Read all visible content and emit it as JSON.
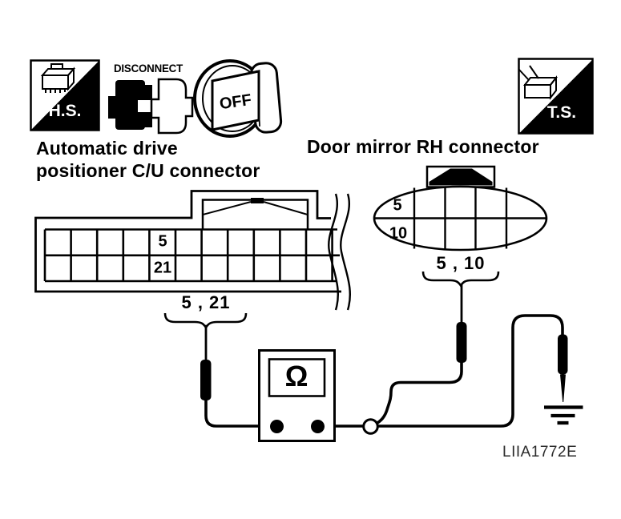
{
  "figure_code": "LIIA1772E",
  "stamps": {
    "hs": {
      "label": "H.S."
    },
    "disconnect": {
      "label": "DISCONNECT"
    },
    "ignition": {
      "label": "OFF"
    },
    "ts": {
      "label": "T.S."
    }
  },
  "left_connector": {
    "title_line1": "Automatic drive",
    "title_line2": "positioner C/U connector",
    "grid": {
      "rows": 2,
      "columns": 12,
      "pin_top": "5",
      "pin_bottom": "21"
    },
    "pins_label": "5 , 21"
  },
  "right_connector": {
    "title": "Door mirror RH connector",
    "grid": {
      "rows": 2,
      "columns": 5,
      "pin_top": "5",
      "pin_bottom": "10"
    },
    "pins_label": "5 , 10"
  },
  "meter": {
    "display_symbol": "Ω"
  },
  "colors": {
    "ink": "#000000",
    "paper": "#ffffff"
  }
}
